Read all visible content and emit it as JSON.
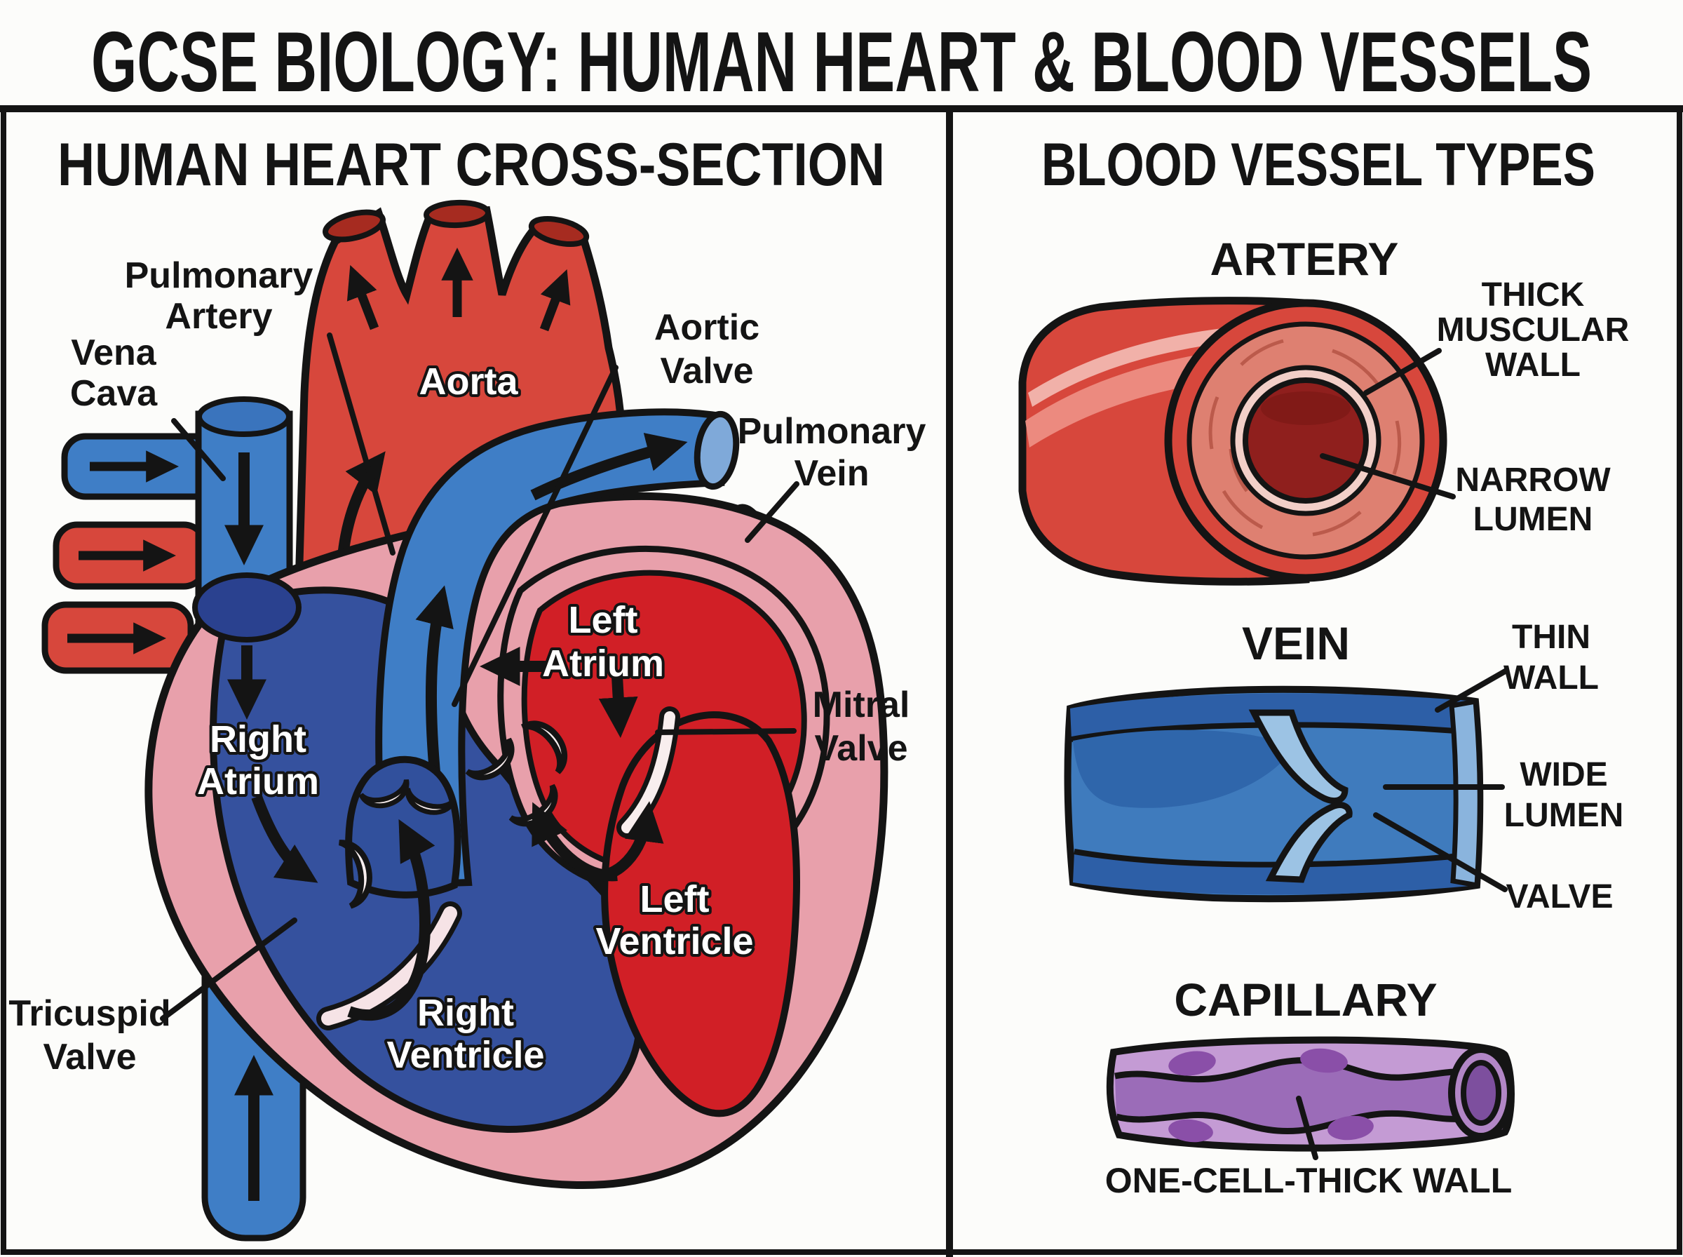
{
  "title": "GCSE BIOLOGY: HUMAN HEART & BLOOD VESSELS",
  "left_panel": {
    "heading": "HUMAN HEART CROSS-SECTION",
    "labels": {
      "pulmonary_artery": [
        "Pulmonary",
        "Artery"
      ],
      "vena_cava": [
        "Vena",
        "Cava"
      ],
      "aorta": "Aorta",
      "aortic_valve": [
        "Aortic",
        "Valve"
      ],
      "pulmonary_vein": [
        "Pulmonary",
        "Vein"
      ],
      "left_atrium": [
        "Left",
        "Atrium"
      ],
      "mitral_valve": [
        "Mitral",
        "Valve"
      ],
      "right_atrium": [
        "Right",
        "Atrium"
      ],
      "right_ventricle": [
        "Right",
        "Ventricle"
      ],
      "left_ventricle": [
        "Left",
        "Ventricle"
      ],
      "tricuspid_valve": [
        "Tricuspid",
        "Valve"
      ]
    }
  },
  "right_panel": {
    "heading": "BLOOD VESSEL TYPES",
    "artery": {
      "title": "ARTERY",
      "wall_label": [
        "THICK",
        "MUSCULAR",
        "WALL"
      ],
      "lumen_label": [
        "NARROW",
        "LUMEN"
      ]
    },
    "vein": {
      "title": "VEIN",
      "wall_label": [
        "THIN",
        "WALL"
      ],
      "lumen_label": [
        "WIDE",
        "LUMEN"
      ],
      "valve_label": "VALVE"
    },
    "capillary": {
      "title": "CAPILLARY",
      "wall_label": "ONE-CELL-THICK WALL"
    }
  },
  "colors": {
    "black": "#141414",
    "red": "#d7473c",
    "red_opening": "#a62b20",
    "chamber_red": "#d11f26",
    "blue": "#3f7ec6",
    "blue_cap": "#7fa9d9",
    "navy": "#35519e",
    "navy_dark": "#2a418f",
    "pa_bulb": "#31509c",
    "pink_wall": "#e8a0ab",
    "valve_white": "#f8eeee",
    "artery_wall": "#de8071",
    "artery_inner_ring": "#f2cfc8",
    "artery_lumen": "#8f1f1d",
    "vein_wall": "#2d5fa7",
    "vein_lumen": "#3f7bbd",
    "vein_shade": "#2f66ab",
    "vein_light": "#8ab4dd",
    "vein_flap": "#9cc3e4",
    "capillary_body": "#c49bd4",
    "capillary_lumen": "#9b6cb8",
    "capillary_nucleus": "#8a4fa8",
    "capillary_ring": "#7d4f9e",
    "capillary_rim": "#b286c6"
  }
}
